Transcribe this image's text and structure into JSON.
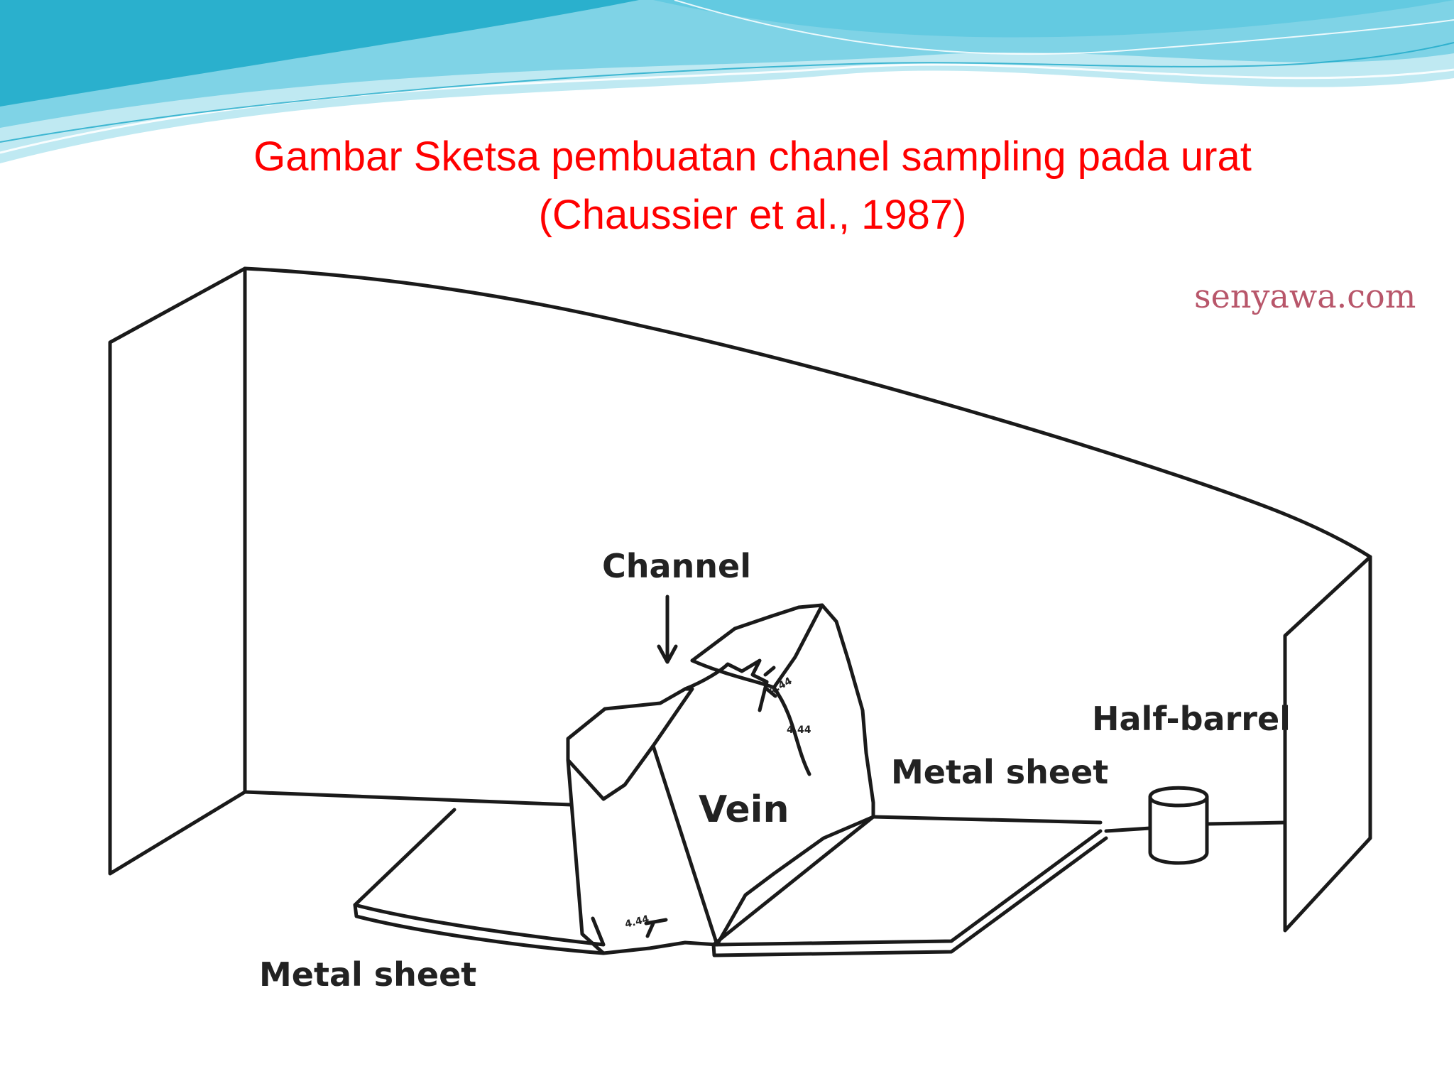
{
  "slide": {
    "title_line1": "Gambar Sketsa pembuatan chanel sampling pada urat",
    "title_line2": "(Chaussier et al., 1987)"
  },
  "diagram": {
    "watermark": "senyawa.com",
    "labels": {
      "channel": "Channel",
      "vein": "Vein",
      "metal_sheet_right": "Metal sheet",
      "half_barrel": "Half-barrel",
      "metal_sheet_left": "Metal sheet"
    },
    "small_marks": {
      "top_mark": "4.44",
      "middle_mark": "4.44",
      "bottom_mark": "4.44"
    }
  },
  "colors": {
    "title": "#ff0000",
    "line": "#1a1a1a",
    "watermark": "#b8566a",
    "wave_light": "#bfe9f2",
    "wave_mid": "#7fd3e6",
    "wave_dark": "#1ba9c8"
  }
}
